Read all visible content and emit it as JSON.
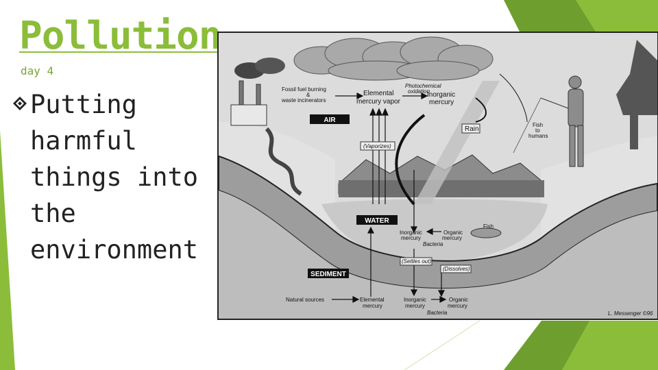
{
  "slide": {
    "title": "Pollution",
    "subtitle": "day 4",
    "bullet": [
      "Putting",
      "harmful",
      "things into",
      "the",
      "environment"
    ],
    "accent_color": "#8bbd3a",
    "bullet_icon": "diamond-bullet-icon"
  },
  "diagram": {
    "tags": {
      "air": "AIR",
      "water": "WATER",
      "sediment": "SEDIMENT"
    },
    "labels": {
      "fossil_1": "Fossil fuel burning",
      "fossil_2": "&",
      "fossil_3": "waste incinerators",
      "elemental_vapor_1": "Elemental",
      "elemental_vapor_2": "mercury vapor",
      "photo_1": "Photochemical",
      "photo_2": "oxidation",
      "inorganic_air_1": "Inorganic",
      "inorganic_air_2": "mercury",
      "rain": "Rain",
      "fish_humans_1": "Fish",
      "fish_humans_2": "to",
      "fish_humans_3": "humans",
      "vaporizes": "(Vaporizes)",
      "inorganic_water_1": "Inorganic",
      "inorganic_water_2": "mercury",
      "organic_water_1": "Organic",
      "organic_water_2": "mercury",
      "bacteria_water": "Bacteria",
      "fish": "Fish",
      "settles_out": "(Settles out)",
      "dissolves": "(Dissolves)",
      "natural_sources": "Natural sources",
      "elemental_sed_1": "Elemental",
      "elemental_sed_2": "mercury",
      "inorganic_sed_1": "Inorganic",
      "inorganic_sed_2": "mercury",
      "organic_sed_1": "Organic",
      "organic_sed_2": "mercury",
      "bacteria_sed": "Bacteria",
      "credit": "L. Messenger ©96"
    }
  }
}
